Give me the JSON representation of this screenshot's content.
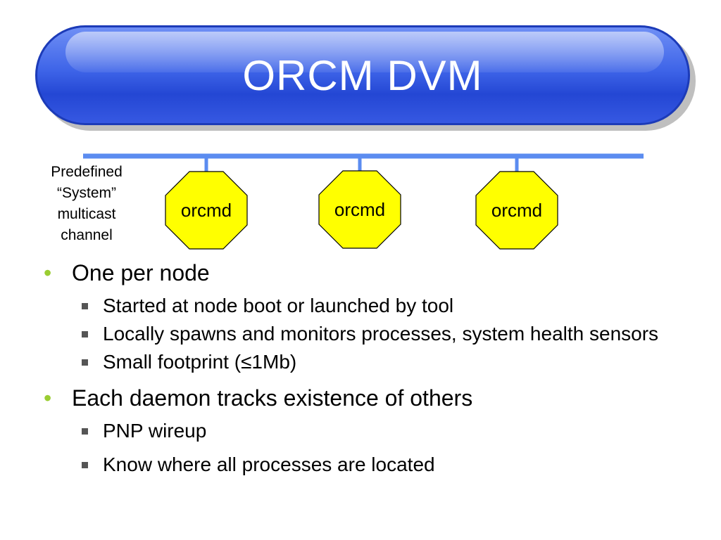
{
  "title": "ORCM DVM",
  "channel_label": [
    "Predefined",
    "“System”",
    "multicast",
    "channel"
  ],
  "daemons": [
    "orcmd",
    "orcmd",
    "orcmd"
  ],
  "colors": {
    "bus": "#5b8cf0",
    "octagon_fill": "#ffff00",
    "bullet_l1": "#9acd32",
    "title_blue": "#3e64e8"
  },
  "bullets": [
    {
      "text": "One per node",
      "sub": [
        "Started at node boot or launched by tool",
        "Locally spawns and monitors processes, system health sensors",
        "Small footprint (≤1Mb)"
      ]
    },
    {
      "text": "Each daemon tracks existence of others",
      "sub": [
        "PNP wireup",
        "Know where all processes are located"
      ]
    }
  ]
}
